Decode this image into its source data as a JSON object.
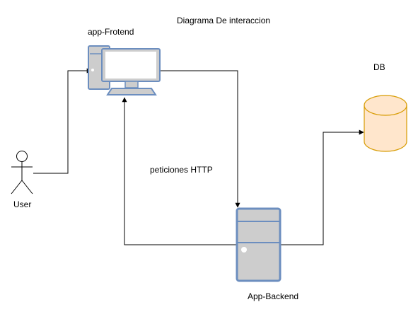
{
  "title": "Diagrama De interaccion",
  "labels": {
    "frontend": "app-Frotend",
    "db": "DB",
    "user": "User",
    "http": "peticiones HTTP",
    "backend": "App-Backend"
  },
  "colors": {
    "device_fill": "#cdcdcd",
    "device_stroke": "#6c8ebf",
    "db_fill": "#ffe6cc",
    "db_stroke": "#d79b00",
    "connector": "#000000"
  },
  "icons": [
    "desktop-computer-icon",
    "server-tower-icon",
    "database-cylinder-icon",
    "user-stick-figure-icon"
  ]
}
